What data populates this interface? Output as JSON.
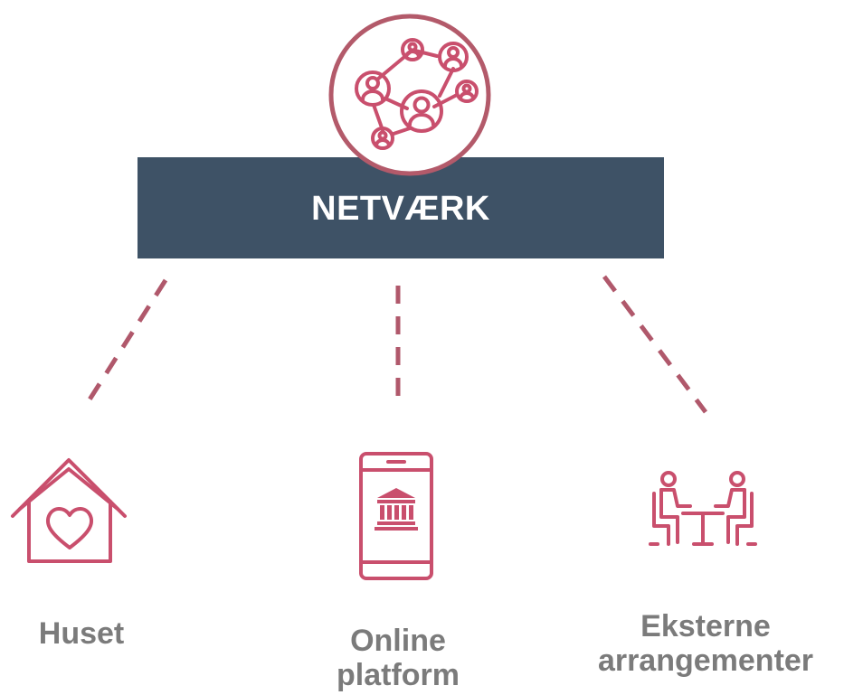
{
  "header": {
    "title": "NETVÆRK"
  },
  "branches": [
    {
      "label": "Huset",
      "icon": "house-heart-icon"
    },
    {
      "label": "Online\nplatform",
      "icon": "smartphone-bank-icon"
    },
    {
      "label": "Eksterne\narrangementer",
      "icon": "meeting-table-icon"
    }
  ],
  "top_icon": "network-people-icon",
  "colors": {
    "banner": "#3e5266",
    "accent": "#c94f6d",
    "connector": "#b0586b",
    "circle_stroke": "#b35a6a",
    "label_text": "#7b7b7b",
    "banner_text": "#ffffff"
  }
}
